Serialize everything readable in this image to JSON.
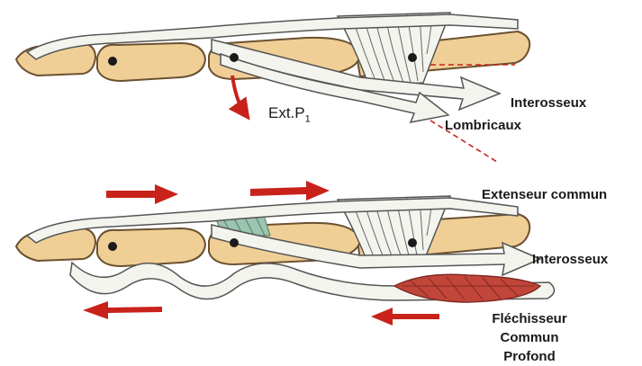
{
  "top_panel": {
    "labels": {
      "interosseux": "Interosseux",
      "lombricaux": "Lombricaux",
      "ext_p1_main": "Ext.P",
      "ext_p1_sub": "1"
    }
  },
  "bottom_panel": {
    "labels": {
      "extenseur_commun": "Extenseur commun",
      "interosseux": "Interosseux",
      "flechisseur_line1": "Fléchisseur",
      "flechisseur_line2": "Commun",
      "flechisseur_line3": "Profond"
    }
  },
  "colors": {
    "bone_fill": "#f0cf96",
    "bone_stroke": "#6b5030",
    "tendon_fill": "#f4f4ee",
    "tendon_stroke": "#555555",
    "arrow_red": "#c8221b",
    "muscle_red": "#c2453a",
    "hood_green": "#7fae98",
    "dashed_red": "#c8221b"
  },
  "icons": {
    "force_arrow": "red-arrow",
    "joint": "black-dot"
  }
}
